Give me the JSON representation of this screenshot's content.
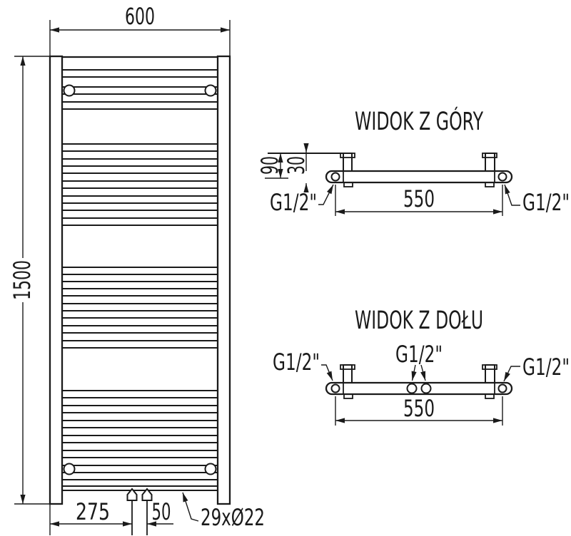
{
  "drawing": {
    "line_color": "#1a1a1a",
    "background": "#ffffff",
    "front_view": {
      "width_label": "600",
      "height_label": "1500",
      "valve_offset_label": "275",
      "valve_spacing_label": "50",
      "tube_spec_label": "29xØ22"
    },
    "top_view": {
      "title": "WIDOK Z GÓRY",
      "depth_label": "90",
      "bracket_offset_label": "30",
      "connection_spacing_label": "550",
      "thread_left_label": "G1/2\"",
      "thread_right_label": "G1/2\""
    },
    "bottom_view": {
      "title": "WIDOK Z DOŁU",
      "connection_spacing_label": "550",
      "thread_left_label": "G1/2\"",
      "thread_center_label": "G1/2\"",
      "thread_right_label": "G1/2\""
    }
  }
}
